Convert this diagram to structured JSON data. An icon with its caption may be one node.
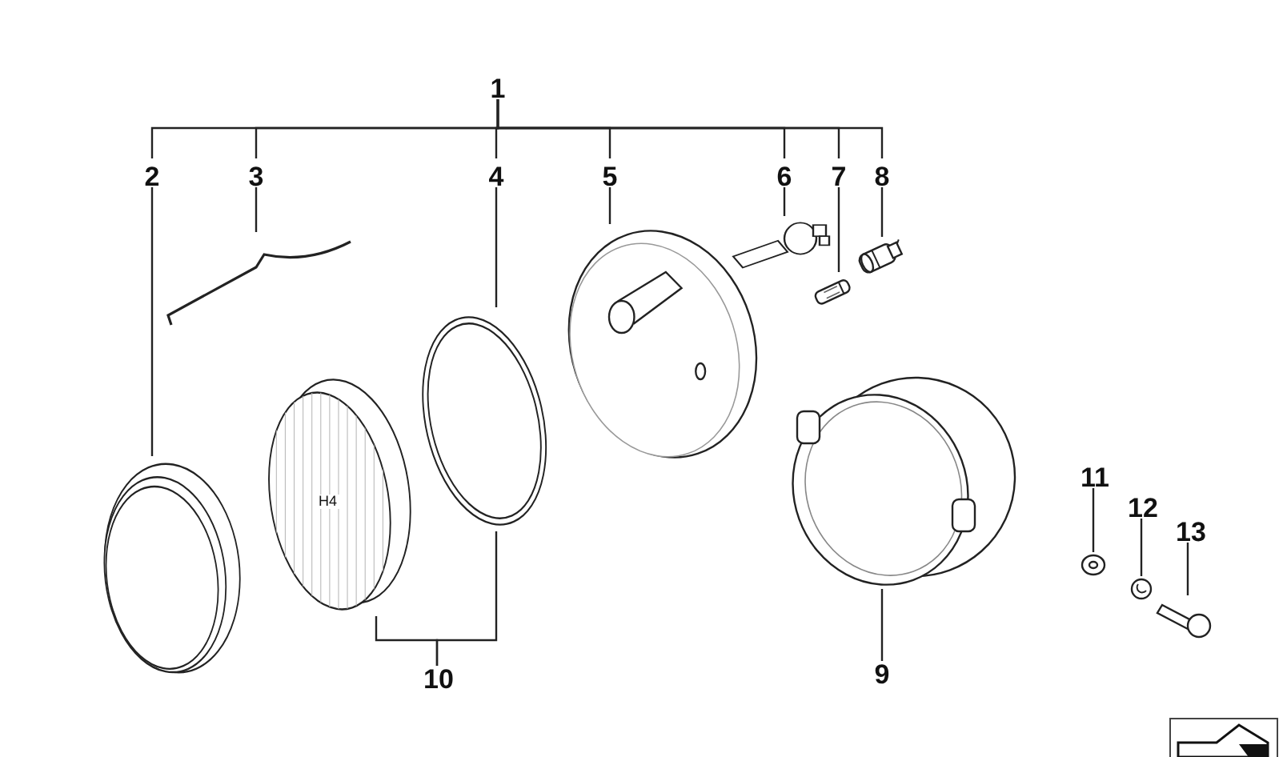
{
  "diagram": {
    "nodes": [
      {
        "text": [
          "1"
        ]
      },
      {
        "text": [
          "2"
        ]
      },
      {
        "text": [
          "3"
        ]
      },
      {
        "text": [
          "4"
        ]
      },
      {
        "text": [
          "5"
        ]
      },
      {
        "text": [
          "6"
        ]
      },
      {
        "text": [
          "7"
        ]
      },
      {
        "text": [
          "8"
        ]
      },
      {
        "text": [
          "9"
        ]
      },
      {
        "text": [
          "10"
        ]
      },
      {
        "text": [
          "11"
        ]
      },
      {
        "text": [
          "12"
        ]
      },
      {
        "text": [
          "13"
        ]
      },
      {
        "text": [],
        "shape": "picture"
      },
      {
        "text": [],
        "shape": "picture"
      },
      {
        "text": [],
        "shape": "picture"
      },
      {
        "text": [],
        "shape": "picture"
      },
      {
        "text": [],
        "shape": "picture"
      },
      {
        "text": [],
        "shape": "picture"
      },
      {
        "text": [],
        "shape": "picture"
      },
      {
        "text": [],
        "shape": "picture"
      },
      {
        "text": [
          "H4"
        ]
      },
      {
        "text": [],
        "shape": "picture"
      },
      {
        "text": [],
        "shape": "picture"
      },
      {
        "text": [],
        "shape": "picture"
      }
    ],
    "edges": [
      {
        "from": 0,
        "to": 1,
        "arrow": "none"
      },
      {
        "from": 0,
        "to": 2,
        "arrow": "none"
      },
      {
        "from": 0,
        "to": 3,
        "arrow": "none"
      },
      {
        "from": 0,
        "to": 4,
        "arrow": "none"
      },
      {
        "from": 0,
        "to": 5,
        "arrow": "none"
      },
      {
        "from": 0,
        "to": 6,
        "arrow": "none"
      },
      {
        "from": 0,
        "to": 7,
        "arrow": "none"
      },
      {
        "from": 1,
        "to": 13,
        "arrow": "none"
      },
      {
        "from": 2,
        "to": 14,
        "arrow": "none"
      },
      {
        "from": 3,
        "to": 15,
        "arrow": "none"
      },
      {
        "from": 4,
        "to": 16,
        "arrow": "none"
      },
      {
        "from": 5,
        "to": 17,
        "arrow": "none"
      },
      {
        "from": 6,
        "to": 18,
        "arrow": "none"
      },
      {
        "from": 7,
        "to": 19,
        "arrow": "none"
      },
      {
        "from": 8,
        "to": 20,
        "arrow": "none"
      },
      {
        "from": 9,
        "to": 21,
        "arrow": "none"
      },
      {
        "from": 9,
        "to": 15,
        "arrow": "none"
      },
      {
        "from": 10,
        "to": 22,
        "arrow": "none"
      },
      {
        "from": 11,
        "to": 23,
        "arrow": "none"
      },
      {
        "from": 12,
        "to": 24,
        "arrow": "none"
      }
    ]
  }
}
